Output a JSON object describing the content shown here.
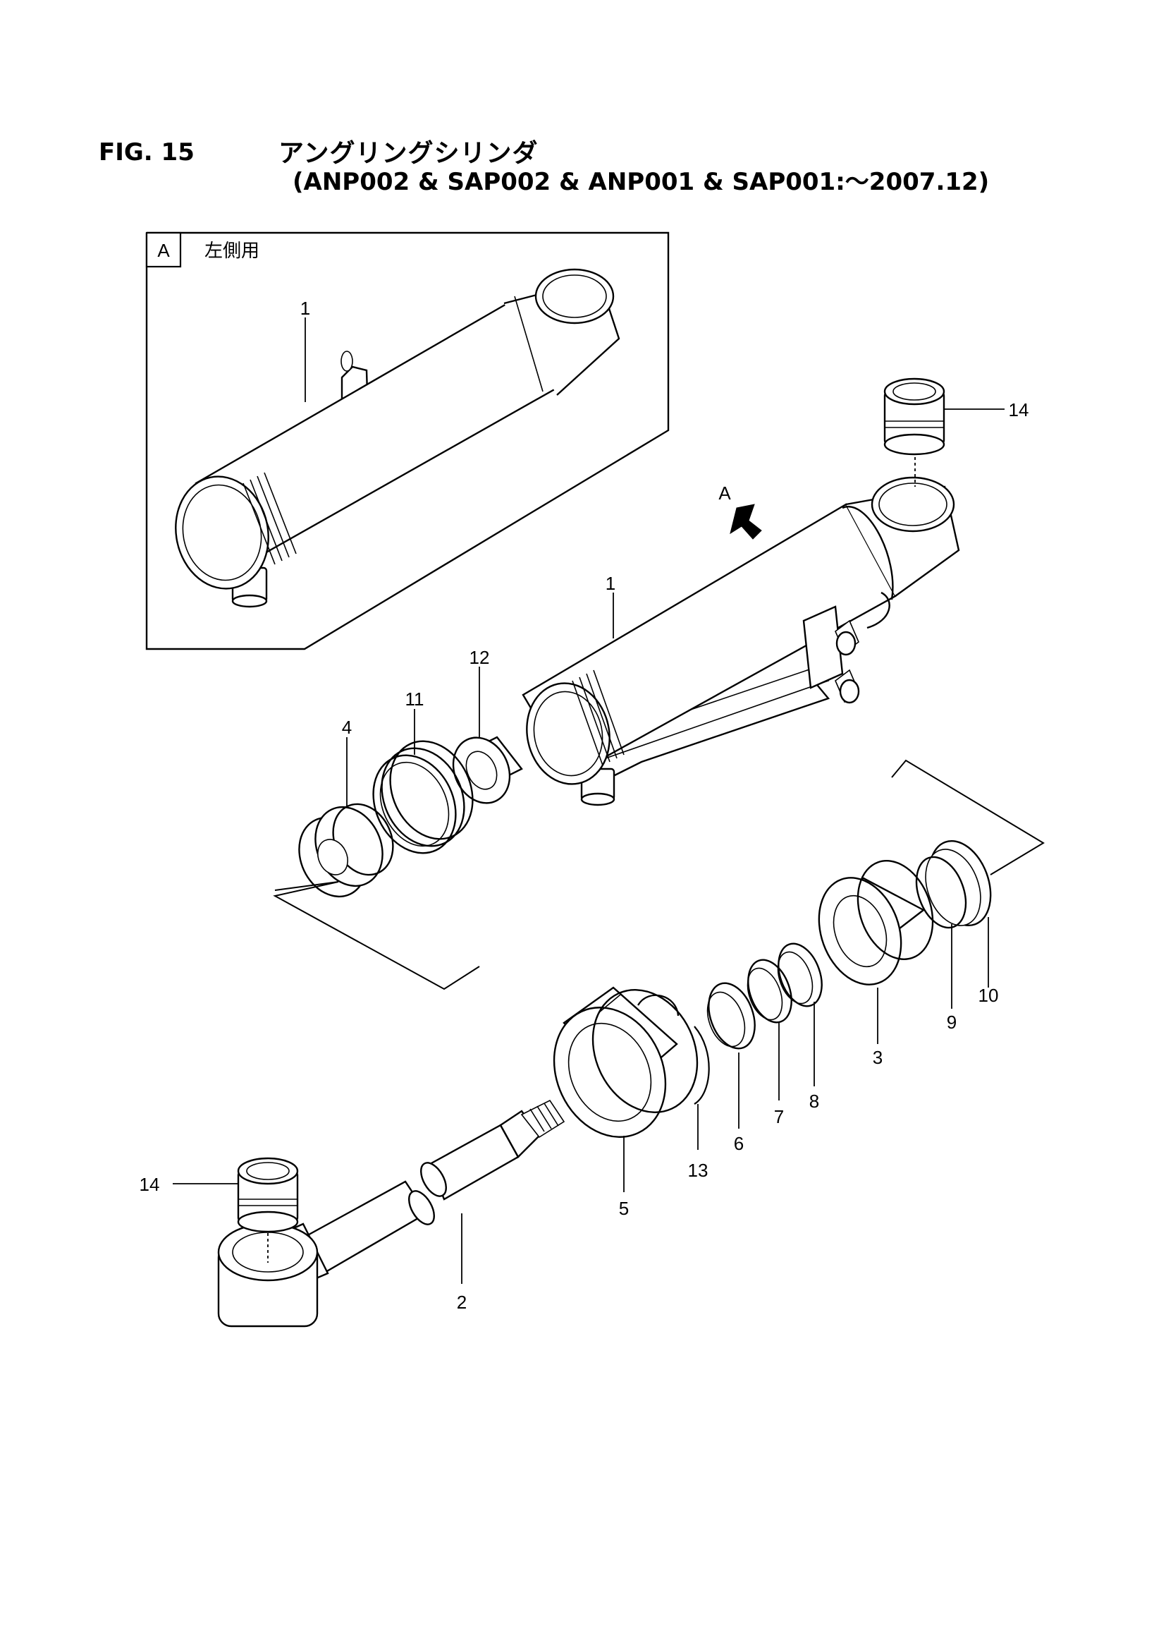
{
  "header": {
    "fig": "FIG. 15",
    "title_jp": "アングリングシリンダ",
    "models": "(ANP002 & SAP002 & ANP001 & SAP001:～2007.12)"
  },
  "inset": {
    "tag": "A",
    "caption": "左側用",
    "callouts": [
      "1"
    ]
  },
  "view_arrow_label": "A",
  "callouts": [
    "1",
    "2",
    "3",
    "4",
    "5",
    "6",
    "7",
    "8",
    "9",
    "10",
    "11",
    "12",
    "13",
    "14",
    "14"
  ]
}
